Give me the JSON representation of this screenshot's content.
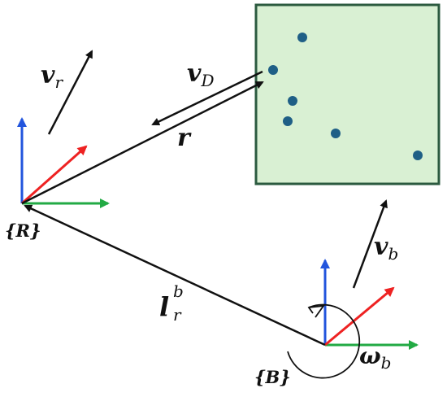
{
  "labels": {
    "v_r": {
      "base": "v",
      "sub": "r"
    },
    "v_D": {
      "base": "v",
      "sub": "D"
    },
    "r": {
      "base": "r"
    },
    "v_b": {
      "base": "v",
      "sub": "b"
    },
    "l_r_b": {
      "base": "l",
      "sub": "r",
      "sup": "b"
    },
    "omega_b": {
      "base": "ω",
      "sub": "b"
    },
    "frame_R": "{R}",
    "frame_B": "{B}"
  },
  "colors": {
    "axis_x": "#22aa44",
    "axis_y": "#2255dd",
    "axis_z": "#ee2222",
    "vector": "#111111",
    "panel_fill": "#d9f0d3",
    "panel_border": "#2b5a3f",
    "points": "#1f5f86"
  }
}
